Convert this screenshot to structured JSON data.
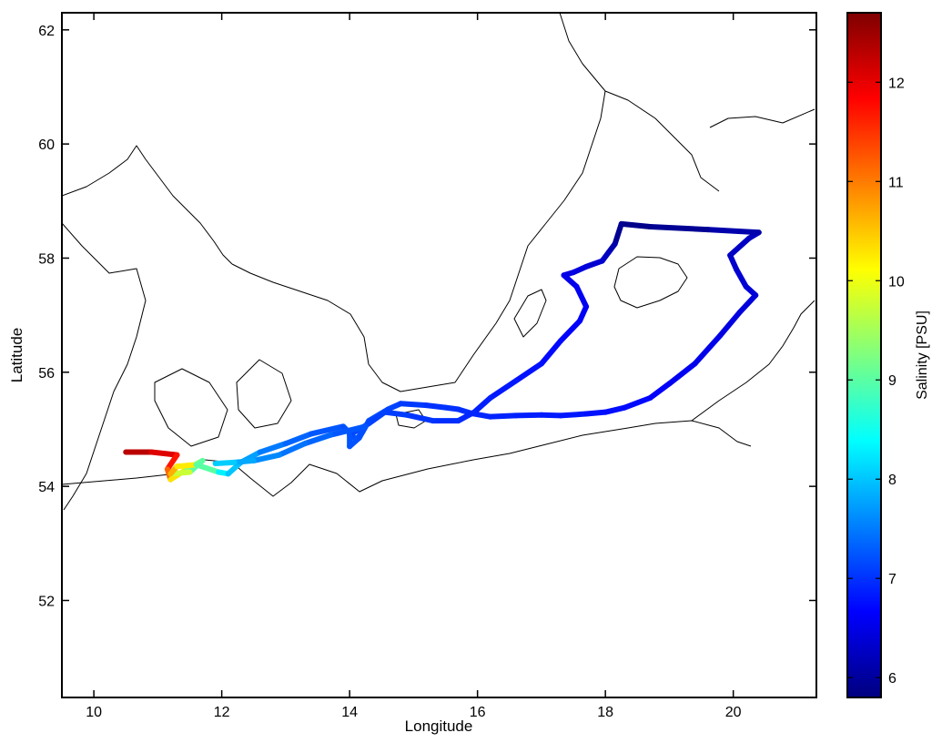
{
  "chart_data": {
    "type": "scatter",
    "xlabel": "Longitude",
    "ylabel": "Latitude",
    "xlim": [
      9.5,
      21.3
    ],
    "ylim": [
      50.3,
      62.3
    ],
    "xticks": [
      10,
      12,
      14,
      16,
      18,
      20
    ],
    "yticks": [
      52,
      54,
      56,
      58,
      60,
      62
    ],
    "grid": false,
    "colorbar": {
      "label": "Salinity [PSU]",
      "range": [
        5.8,
        12.7
      ],
      "ticks": [
        6,
        7,
        8,
        9,
        10,
        11,
        12
      ],
      "colormap": "jet",
      "colors": [
        "#00007f",
        "#0000ff",
        "#007fff",
        "#00ffff",
        "#7fff7f",
        "#ffff00",
        "#ff7f00",
        "#ff0000",
        "#7f0000"
      ]
    },
    "coastline_color": "#000000",
    "track": {
      "lon": [
        10.5,
        10.9,
        11.3,
        11.15,
        11.2,
        11.45,
        11.7,
        11.5,
        11.2,
        11.3,
        11.6,
        11.95,
        12.1,
        12.3,
        12.6,
        13.0,
        13.4,
        13.9,
        14.1,
        14.2,
        14.3,
        14.6,
        14.8,
        15.2,
        15.5,
        15.7,
        15.9,
        16.2,
        16.6,
        17.0,
        17.3,
        17.7,
        18.0,
        18.3,
        18.7,
        19.0,
        19.4,
        19.8,
        20.1,
        20.35,
        20.2,
        20.05,
        19.95,
        20.25,
        20.4,
        19.6,
        18.7,
        18.25,
        18.15,
        18.05,
        17.95,
        17.7,
        17.5,
        17.35,
        17.55,
        17.7,
        17.6,
        17.3,
        17.0,
        16.6,
        16.2,
        15.95,
        15.7,
        15.3,
        14.9,
        14.55,
        14.3,
        14.0,
        14.0,
        14.15,
        14.25,
        13.7,
        13.3,
        12.9,
        12.5,
        12.2,
        11.9
      ],
      "lat": [
        54.6,
        54.6,
        54.55,
        54.3,
        54.12,
        54.3,
        54.45,
        54.25,
        54.22,
        54.35,
        54.38,
        54.25,
        54.22,
        54.42,
        54.6,
        54.75,
        54.92,
        55.05,
        54.82,
        54.95,
        55.15,
        55.35,
        55.45,
        55.42,
        55.38,
        55.35,
        55.28,
        55.22,
        55.24,
        55.25,
        55.24,
        55.27,
        55.3,
        55.38,
        55.55,
        55.8,
        56.15,
        56.65,
        57.05,
        57.35,
        57.5,
        57.8,
        58.05,
        58.35,
        58.45,
        58.5,
        58.55,
        58.6,
        58.25,
        58.1,
        57.95,
        57.85,
        57.75,
        57.7,
        57.5,
        57.15,
        56.9,
        56.55,
        56.15,
        55.85,
        55.55,
        55.3,
        55.15,
        55.15,
        55.25,
        55.3,
        55.1,
        54.9,
        54.7,
        54.85,
        55.05,
        54.9,
        54.75,
        54.55,
        54.45,
        54.42,
        54.4
      ],
      "salinity": [
        12.4,
        12.2,
        11.9,
        11.5,
        10.8,
        9.8,
        8.8,
        9.2,
        10.3,
        11.0,
        9.5,
        8.5,
        8.1,
        7.9,
        7.6,
        7.4,
        7.3,
        7.2,
        7.2,
        7.25,
        7.2,
        7.15,
        7.1,
        7.0,
        7.0,
        7.0,
        6.95,
        6.9,
        6.9,
        6.85,
        6.85,
        6.8,
        6.75,
        6.75,
        6.7,
        6.6,
        6.55,
        6.5,
        6.45,
        6.4,
        6.4,
        6.35,
        6.3,
        6.25,
        6.2,
        6.0,
        5.9,
        5.85,
        6.0,
        6.2,
        6.3,
        6.4,
        6.45,
        6.5,
        6.55,
        6.6,
        6.6,
        6.7,
        6.75,
        6.8,
        6.85,
        6.9,
        6.95,
        7.0,
        7.05,
        7.1,
        7.1,
        7.2,
        7.25,
        7.2,
        7.2,
        7.3,
        7.4,
        7.5,
        7.7,
        7.9,
        8.2
      ]
    }
  }
}
